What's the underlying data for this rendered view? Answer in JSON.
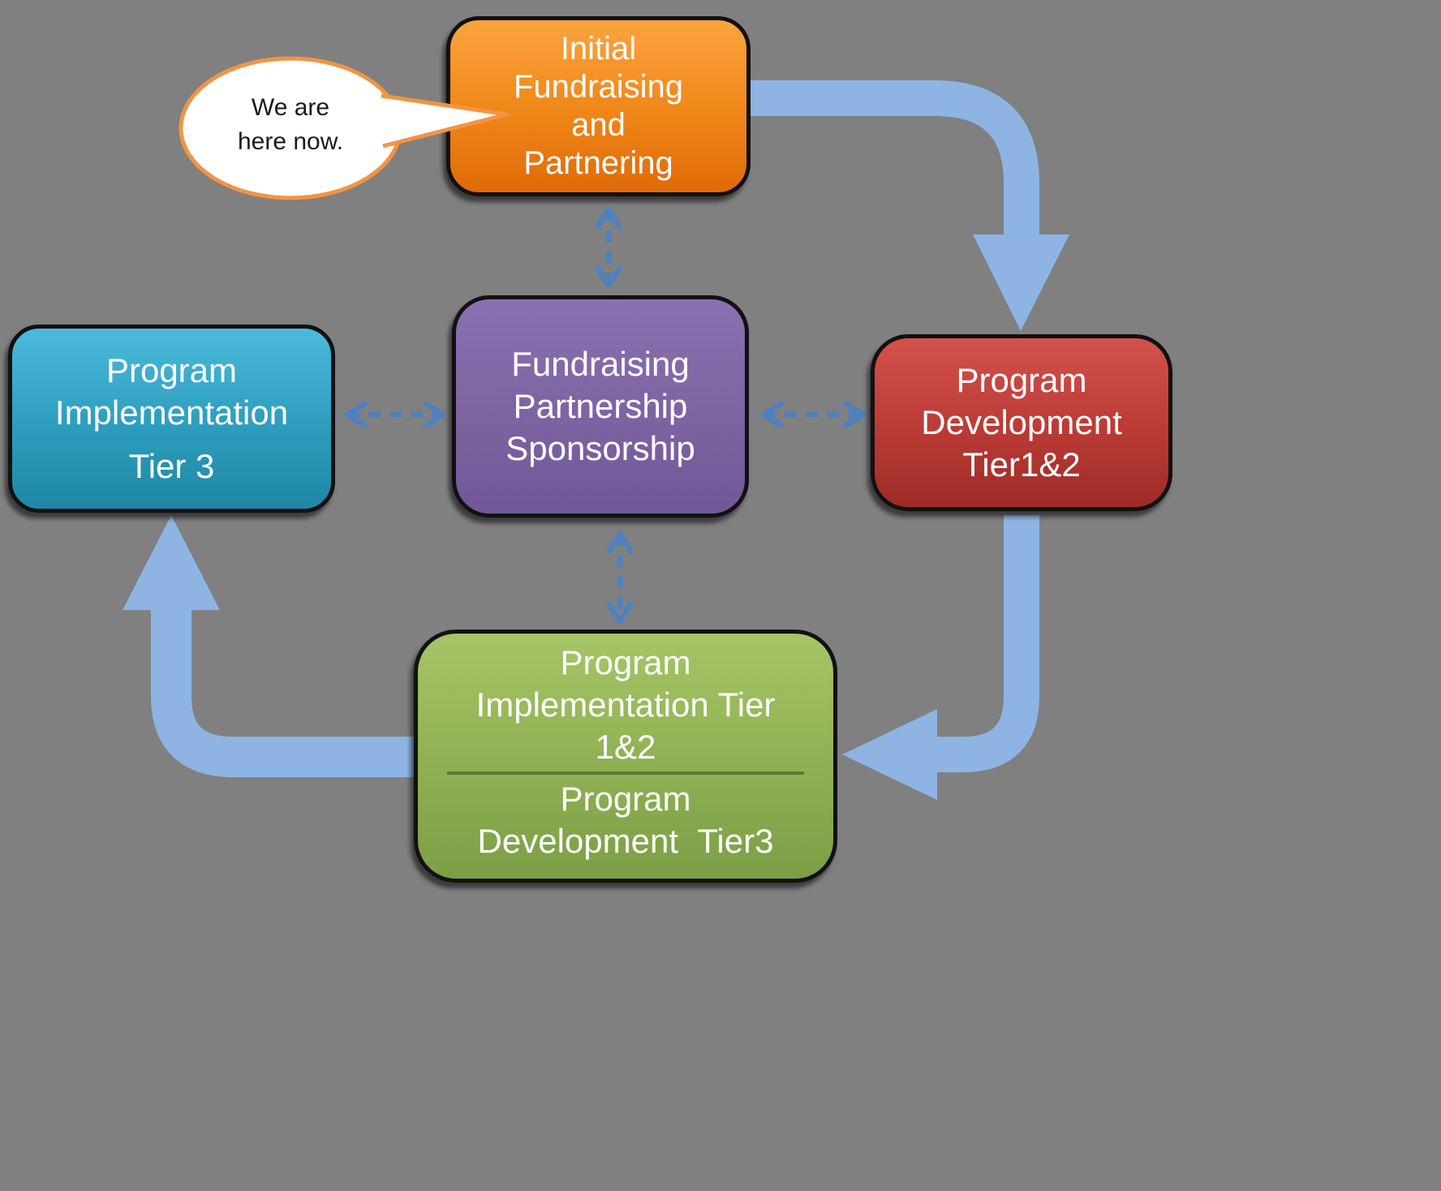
{
  "background": {
    "color": "#808080"
  },
  "palette": {
    "thick_arrow": "#8db4e2",
    "dashed_arrow": "#4f81bd",
    "box_outline": "#111111",
    "box_text": "#ffffff",
    "green_divider": "#5d7a35"
  },
  "callout": {
    "text": "We are\nhere now.",
    "fill": "#ffffff",
    "border_color": "#f29443",
    "text_color": "#1a1a1a"
  },
  "nodes": {
    "initial_fundraising": {
      "label": "Initial\nFundraising\nand\nPartnering",
      "fill_top": "#fca43f",
      "fill_bottom": "#e06a09"
    },
    "fundraising_partnership": {
      "label": "Fundraising\nPartnership\nSponsorship",
      "fill_top": "#8b70b1",
      "fill_bottom": "#725798"
    },
    "program_implementation_t3": {
      "label": "Program\nImplementation",
      "sublabel": "Tier 3",
      "fill_top": "#4cbadb",
      "fill_bottom": "#1f87a5"
    },
    "program_development_t12": {
      "label": "Program\nDevelopment\nTier1&2",
      "fill_top": "#d4524c",
      "fill_bottom": "#9d2c27"
    },
    "program_implementation_t12": {
      "label_top": "Program\nImplementation Tier\n1&2",
      "label_bottom": "Program\nDevelopment  Tier3",
      "fill_top": "#a6c566",
      "fill_bottom": "#7c9e45"
    }
  },
  "flow": {
    "solid_arrows": [
      {
        "from": "initial_fundraising",
        "to": "program_development_t12"
      },
      {
        "from": "program_development_t12",
        "to": "program_implementation_t12"
      },
      {
        "from": "program_implementation_t12",
        "to": "program_implementation_t3"
      }
    ],
    "dashed_links": [
      {
        "between": [
          "initial_fundraising",
          "fundraising_partnership"
        ]
      },
      {
        "between": [
          "program_implementation_t3",
          "fundraising_partnership"
        ]
      },
      {
        "between": [
          "fundraising_partnership",
          "program_development_t12"
        ]
      },
      {
        "between": [
          "fundraising_partnership",
          "program_implementation_t12"
        ]
      }
    ]
  }
}
